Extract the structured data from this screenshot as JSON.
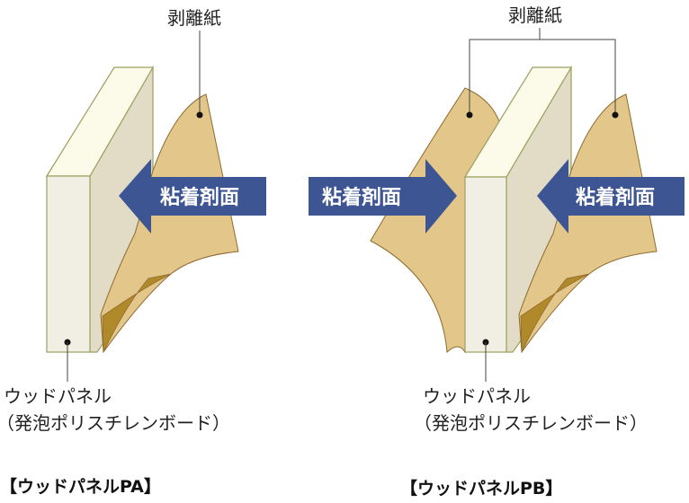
{
  "colors": {
    "panel_front": "#f1eee3",
    "panel_top": "#fcfae8",
    "panel_side": "#e2dcc6",
    "panel_edge": "#9aa160",
    "paper": "#e2c68a",
    "paper_edge": "#8f6a2e",
    "paper_under": "#b08a2a",
    "arrow": "#3d5593"
  },
  "left": {
    "release_paper_label": "剥離紙",
    "adhesive_label": "粘着剤面",
    "panel_label": "ウッドパネル",
    "panel_sub_label": "（発泡ポリスチレンボード）",
    "caption": "【ウッドパネルPA】"
  },
  "right": {
    "release_paper_label": "剥離紙",
    "adhesive_label_left": "粘着剤面",
    "adhesive_label_right": "粘着剤面",
    "panel_label": "ウッドパネル",
    "panel_sub_label": "（発泡ポリスチレンボード）",
    "caption": "【ウッドパネルPB】"
  }
}
